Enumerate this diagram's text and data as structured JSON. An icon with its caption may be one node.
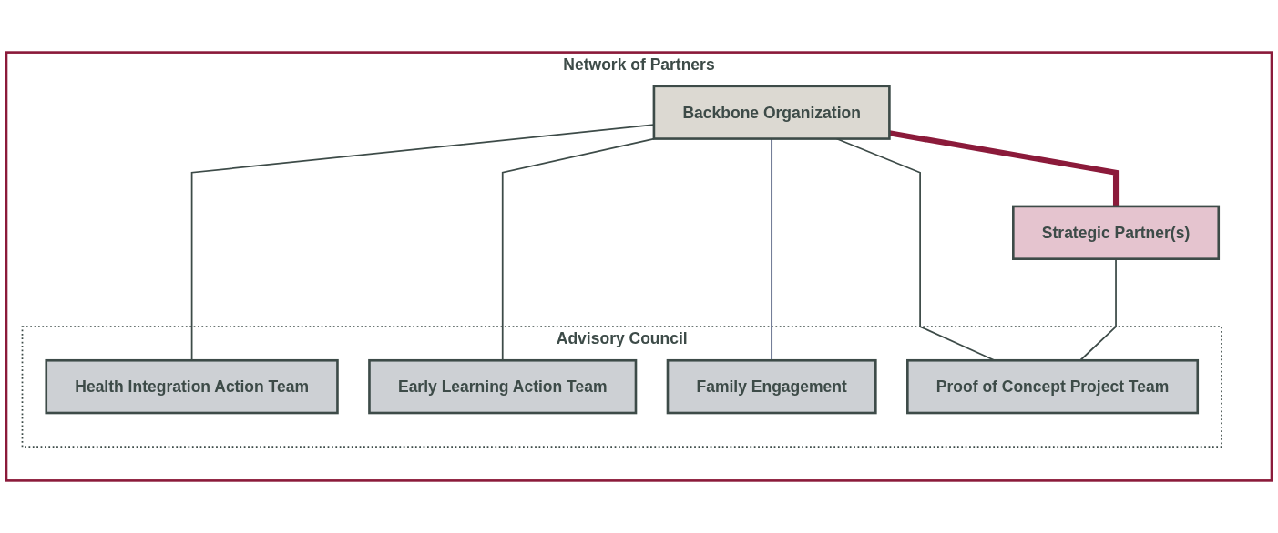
{
  "diagram": {
    "nodes": [
      {
        "text": [
          "Network of Partners"
        ]
      },
      {
        "text": [
          "Backbone Organization"
        ],
        "in": 0
      },
      {
        "text": [
          "Strategic Partner(s)"
        ],
        "in": 0
      },
      {
        "text": [
          "Advisory Council"
        ],
        "in": 0
      },
      {
        "text": [
          "Health Integration Action Team"
        ],
        "in": 3
      },
      {
        "text": [
          "Early Learning Action Team"
        ],
        "in": 3
      },
      {
        "text": [
          "Family Engagement"
        ],
        "in": 3
      },
      {
        "text": [
          "Proof of Concept Project Team"
        ],
        "in": 3
      }
    ],
    "edges": [
      {
        "from": 1,
        "to": 2,
        "arrow": "none",
        "style": "thick",
        "color": "#8b1a3a"
      },
      {
        "from": 1,
        "to": 4,
        "arrow": "none"
      },
      {
        "from": 1,
        "to": 5,
        "arrow": "none"
      },
      {
        "from": 1,
        "to": 6,
        "arrow": "none",
        "color": "#3c4a6e"
      },
      {
        "from": 1,
        "to": 7,
        "arrow": "none"
      },
      {
        "from": 2,
        "to": 7,
        "arrow": "none"
      }
    ]
  }
}
